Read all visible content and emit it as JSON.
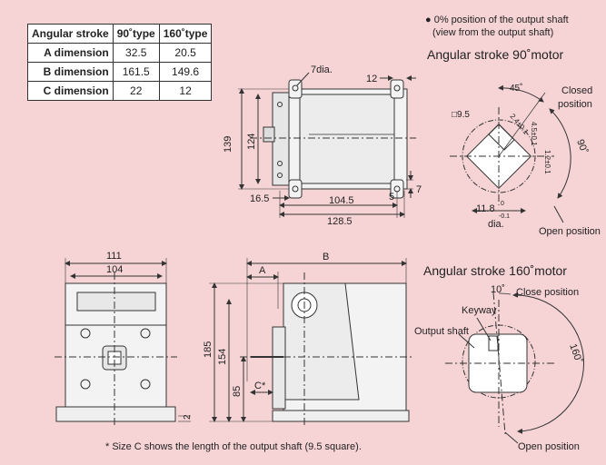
{
  "table": {
    "headers": [
      "Angular stroke",
      "90˚type",
      "160˚type"
    ],
    "rows": [
      {
        "label": "A dimension",
        "v90": "32.5",
        "v160": "20.5"
      },
      {
        "label": "B dimension",
        "v90": "161.5",
        "v160": "149.6"
      },
      {
        "label": "C dimension",
        "v90": "22",
        "v160": "12"
      }
    ]
  },
  "top_drawing": {
    "dims": {
      "hole": "7dia.",
      "top_right": "12",
      "height_outer": "139",
      "height_inner": "124",
      "left_off": "16.5",
      "width_inner": "104.5",
      "width_outer": "128.5",
      "right_small": "5",
      "right_seven": "7"
    }
  },
  "shaft_note": {
    "line1": "0% position of the output shaft",
    "line2": "(view from the output shaft)"
  },
  "motor90": {
    "title": "Angular stroke 90˚motor",
    "square": "□9.5",
    "angle45": "45˚",
    "closed1": "Closed",
    "closed2": "position",
    "d24": "2.4±0.1",
    "d45": "4.5±0.1",
    "d12": "1.2±0.1",
    "ninety": "90˚",
    "dia_main": "11.8",
    "dia_sup": "0",
    "dia_sub": "-0.1",
    "dia_label": "dia.",
    "open": "Open position"
  },
  "front_drawing": {
    "w111": "111",
    "w104": "104",
    "two": "2"
  },
  "side_drawing": {
    "B": "B",
    "A": "A",
    "h185": "185",
    "h154": "154",
    "h85": "85",
    "C": "C*"
  },
  "motor160": {
    "title": "Angular stroke 160˚motor",
    "ten": "10˚",
    "close": "Close position",
    "keyway": "Keyway",
    "output": "Output shaft",
    "angle160": "160˚",
    "open": "Open position"
  },
  "footnote": "* Size C shows the length of the output shaft (9.5 square).",
  "colors": {
    "background": "#f6d4d6",
    "line": "#333333",
    "panel": "#ffffff"
  }
}
